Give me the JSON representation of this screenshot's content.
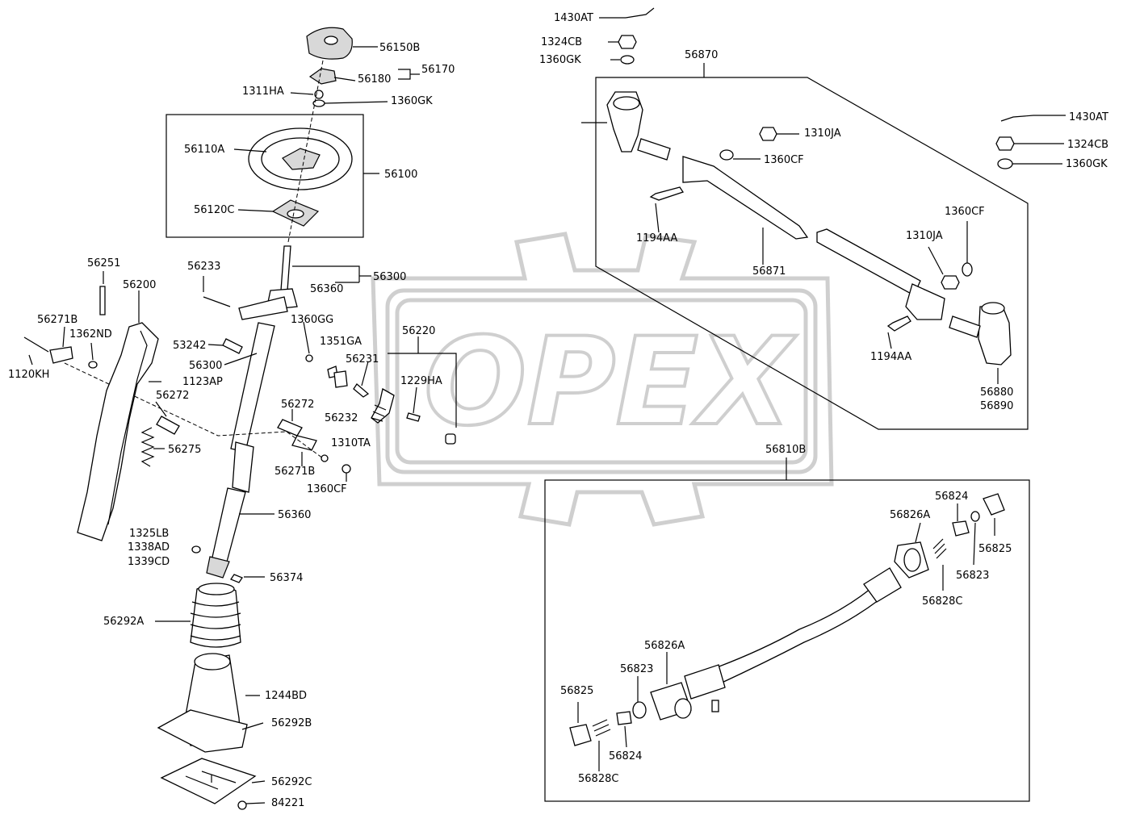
{
  "watermark": {
    "text": "OPEX"
  },
  "labels": {
    "p56150B": "56150B",
    "p56170": "56170",
    "p56180": "56180",
    "p1311HA": "1311HA",
    "p1360GK_top": "1360GK",
    "p56110A": "56110A",
    "p56100": "56100",
    "p56120C": "56120C",
    "p56233": "56233",
    "p56360_top": "56360",
    "p56300_right": "56300",
    "p1360GG": "1360GG",
    "p56251": "56251",
    "p56200": "56200",
    "p56271B_left": "56271B",
    "p1362ND": "1362ND",
    "p1120KH": "1120KH",
    "p1123AP": "1123AP",
    "p53242": "53242",
    "p56300_left": "56300",
    "p56272_left": "56272",
    "p56275": "56275",
    "p56272_right": "56272",
    "p56271B_right": "56271B",
    "p1310TA": "1310TA",
    "p1360CF_bottom": "1360CF",
    "p56360_bottom": "56360",
    "p1325LB": "1325LB",
    "p1338AD": "1338AD",
    "p1339CD": "1339CD",
    "p56374": "56374",
    "p56292A": "56292A",
    "p1244BD": "1244BD",
    "p56292B": "56292B",
    "p56292C": "56292C",
    "p84221": "84221",
    "p56220": "56220",
    "p1351GA": "1351GA",
    "p56231": "56231",
    "p1229HA": "1229HA",
    "p56232": "56232",
    "p1430AT_top": "1430AT",
    "p1324CB_top": "1324CB",
    "p1360GK_mid": "1360GK",
    "p56870": "56870",
    "p1310JA_top": "1310JA",
    "p1360CF_top": "1360CF",
    "p1194AA_top": "1194AA",
    "p56871": "56871",
    "p1360CF_right": "1360CF",
    "p1310JA_right": "1310JA",
    "p1194AA_bottom": "1194AA",
    "p56880": "56880",
    "p56890": "56890",
    "p1430AT_right": "1430AT",
    "p1324CB_right": "1324CB",
    "p1360GK_right": "1360GK",
    "p56810B": "56810B",
    "p56824_top": "56824",
    "p56826A_top": "56826A",
    "p56825_top": "56825",
    "p56823_top": "56823",
    "p56828C_top": "56828C",
    "p56826A_bottom": "56826A",
    "p56823_bottom": "56823",
    "p56825_bottom": "56825",
    "p56824_bottom": "56824",
    "p56828C_bottom": "56828C"
  }
}
